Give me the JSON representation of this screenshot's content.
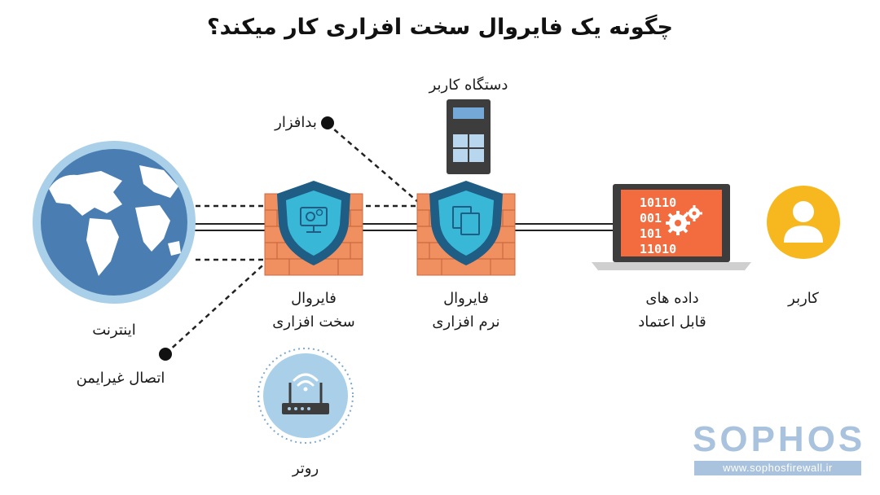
{
  "title": "چگونه یک فایروال سخت افزاری کار میکند؟",
  "nodes": {
    "internet": "اینترنت",
    "unsecured": "اتصال غیرایمن",
    "malware": "بدافزار",
    "user_device": "دستگاه کاربر",
    "hw_firewall_line1": "فایروال",
    "hw_firewall_line2": "سخت افزاری",
    "sw_firewall_line1": "فایروال",
    "sw_firewall_line2": "نرم افزاری",
    "router": "روتر",
    "data_line1": "داده های",
    "data_line2": "قابل اعتماد",
    "user": "کاربر"
  },
  "laptop_screen": [
    "10110",
    "001",
    "101",
    "11010"
  ],
  "logo": {
    "word": "SOPHOS",
    "url": "www.sophosfirewall.ir"
  },
  "colors": {
    "globe_ocean": "#4a7eb2",
    "globe_ring": "#a9cfe9",
    "brick": "#f08f60",
    "shield_outer": "#1f5d85",
    "shield_inner": "#38b8d6",
    "laptop_screen": "#f36c3f",
    "user_circle": "#f7b81f",
    "logo": "#a9c2dd"
  }
}
